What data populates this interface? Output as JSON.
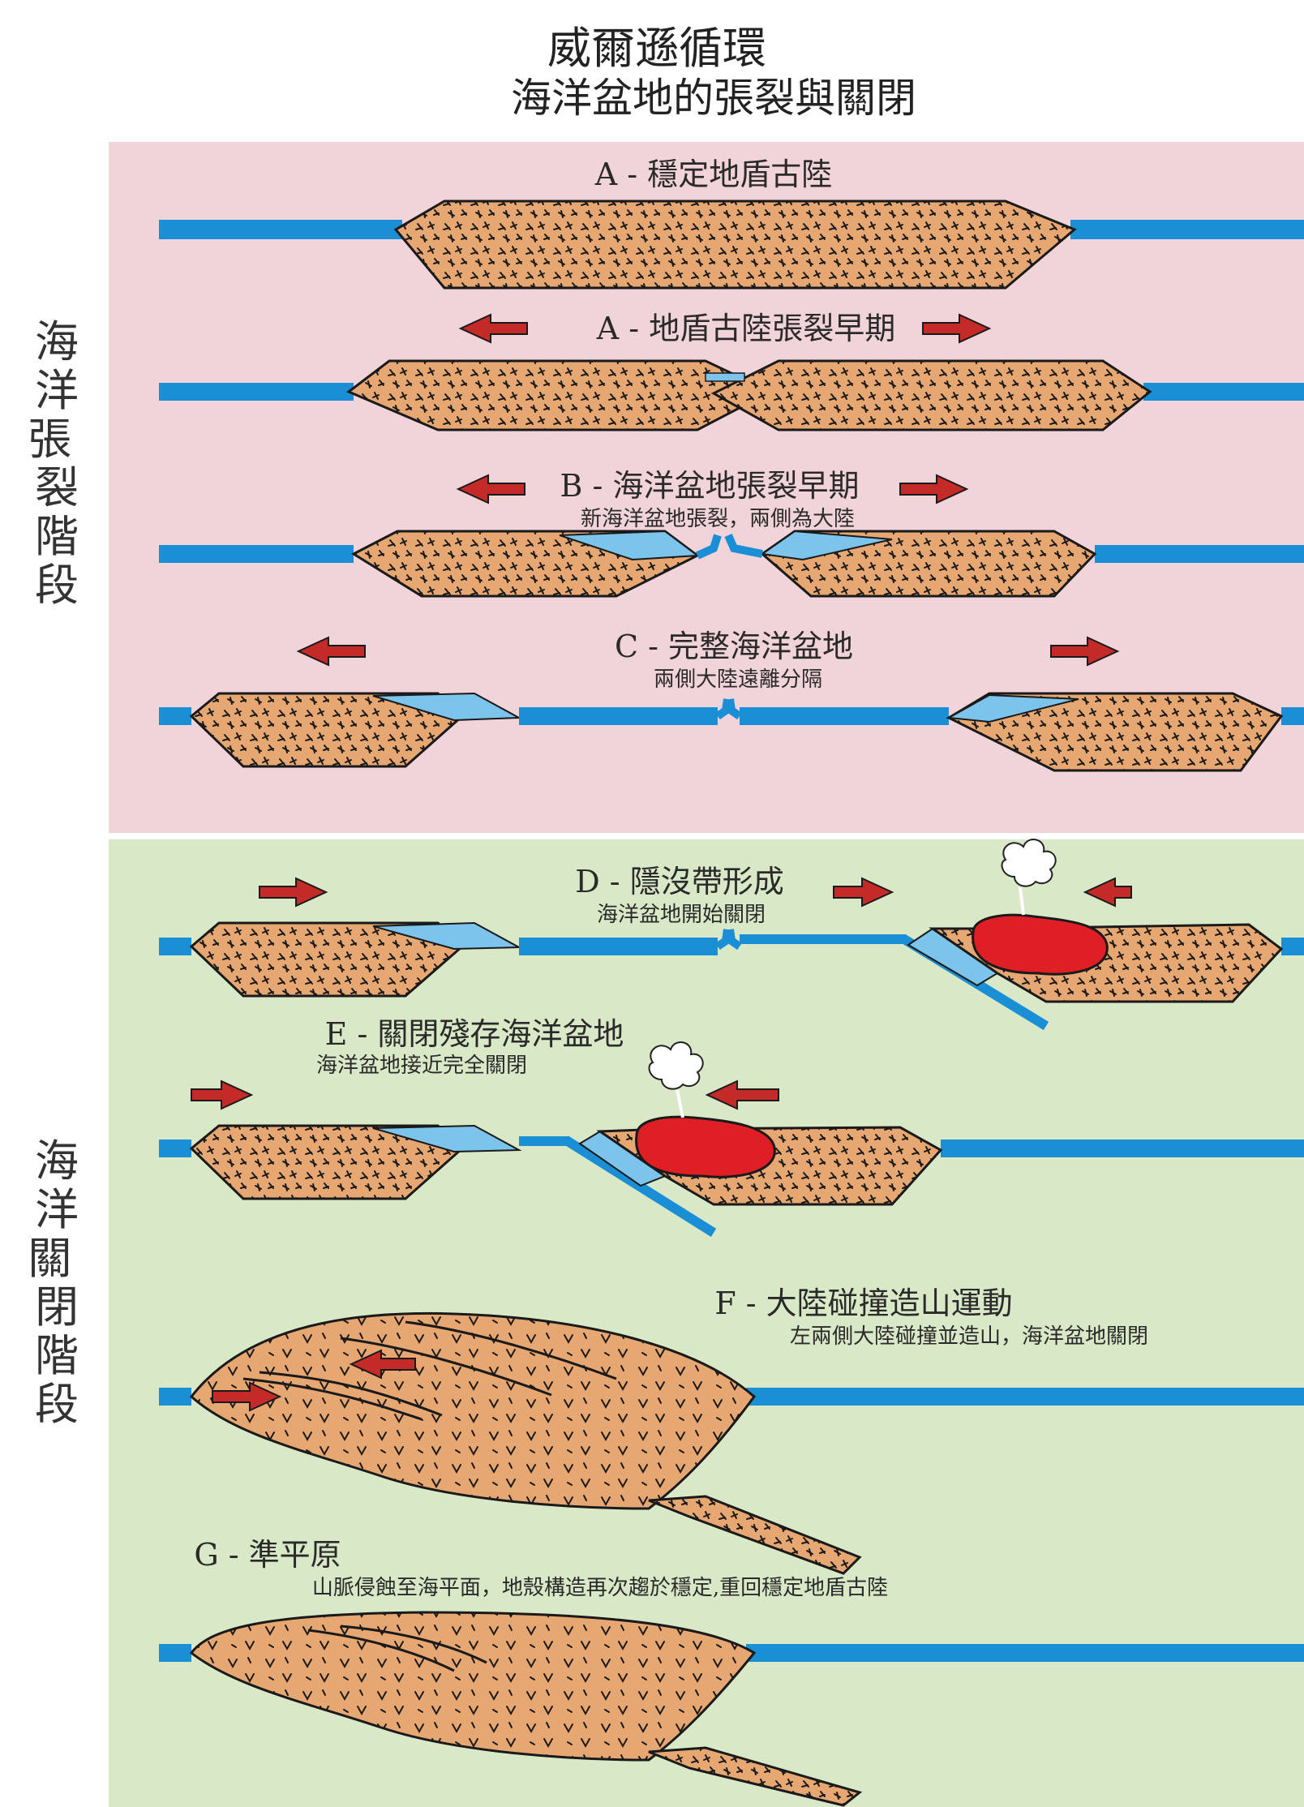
{
  "title": "威爾遜循環",
  "subtitle": "海洋盆地的張裂與關閉",
  "phases": [
    {
      "label": "海洋張裂階段",
      "color": "#f1d3da"
    },
    {
      "label": "海洋關閉階段",
      "color": "#d9e8c6"
    }
  ],
  "stages": [
    {
      "label": "A - 穩定地盾古陸",
      "note": ""
    },
    {
      "label": "A - 地盾古陸張裂早期",
      "note": ""
    },
    {
      "label": "B - 海洋盆地張裂早期",
      "note": "新海洋盆地張裂，兩側為大陸"
    },
    {
      "label": "C - 完整海洋盆地",
      "note": "兩側大陸遠離分隔"
    },
    {
      "label": "D - 隱沒帶形成",
      "note": "海洋盆地開始關閉"
    },
    {
      "label": "E - 關閉殘存海洋盆地",
      "note": "海洋盆地接近完全關閉"
    },
    {
      "label": "F - 大陸碰撞造山運動",
      "note": "左兩側大陸碰撞並造山，海洋盆地關閉"
    },
    {
      "label": "G - 準平原",
      "note": "山脈侵蝕至海平面，地殼構造再次趨於穩定,重回穩定地盾古陸"
    }
  ],
  "colors": {
    "ocean": "#1b8fd6",
    "continent": "#e7a772",
    "shelf": "#7cc4ec",
    "magma": "#df1f25",
    "arrow": "#c42a28",
    "outline": "#1a1a1a"
  }
}
